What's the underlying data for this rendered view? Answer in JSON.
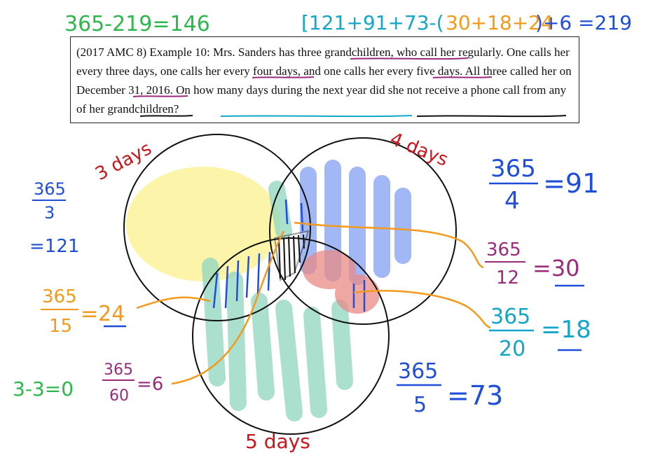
{
  "header": {
    "left_equation": "365-219=146",
    "right_equation_part1": "[121+91+73-(",
    "right_equation_part2": "30+18+24",
    "right_equation_part3": ")+6 =219"
  },
  "problem": {
    "text": "(2017 AMC 8) Example 10: Mrs. Sanders has three grandchildren, who call her regularly. One calls her every three days, one calls her every four days, and one calls her every five days. All three called her on December 31, 2016. On how many days during the next year did she not receive a phone call from any of her grandchildren?"
  },
  "venn": {
    "label_3": "3 days",
    "label_4": "4 days",
    "label_5": "5 days"
  },
  "annotations": {
    "frac_3_num": "365",
    "frac_3_den": "3",
    "frac_3_result": "=121",
    "frac_4_num": "365",
    "frac_4_den": "4",
    "frac_4_result": "=91",
    "frac_12_num": "365",
    "frac_12_den": "12",
    "frac_12_result": "=30",
    "frac_15_num": "365",
    "frac_15_den": "15",
    "frac_15_result": "=24",
    "frac_20_num": "365",
    "frac_20_den": "20",
    "frac_20_result": "=18",
    "frac_5_num": "365",
    "frac_5_den": "5",
    "frac_5_result": "=73",
    "frac_60_num": "365",
    "frac_60_den": "60",
    "frac_60_result": "=6",
    "zero_eq": "3-3=0"
  },
  "colors": {
    "green": "#2db84d",
    "blue": "#1f4fd8",
    "orange": "#f39a1b",
    "red": "#c8161d",
    "purple": "#9a2a7a",
    "cyan": "#12a7c9",
    "yellow_fill": "#fbf29a",
    "blue_fill": "#8aa6f4",
    "teal_fill": "#8fd6bf",
    "red_fill": "#ea8a86"
  }
}
